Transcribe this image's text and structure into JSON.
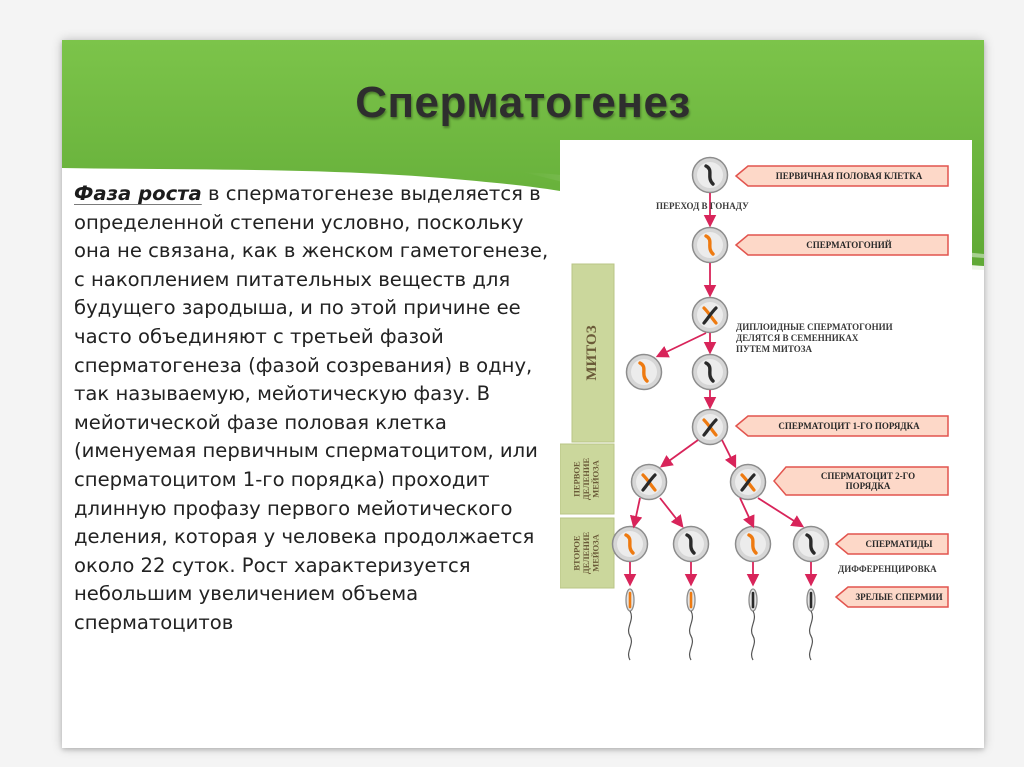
{
  "slide": {
    "title": "Сперматогенез",
    "body_lead": "Фаза роста",
    "body_text": " в сперматогенезе выделяется в определенной степени условно, поскольку она не связана, как в женском гаметогенезе, с накоплением питательных веществ для будущего зародыша, и по этой причине ее часто объединяют с третьей фазой сперматогенеза (фазой созревания) в одну, так называемую, мейотическую фазу. В мейотической фазе половая клетка (именуемая первичным сперматоцитом, или сперматоцитом 1-го порядка) проходит длинную профазу первого мейотического деления, которая у человека продолжается около 22 суток. Рост характеризуется небольшим увеличением объема сперматоцитов"
  },
  "diagram": {
    "stage_tags": [
      {
        "id": "primary-germ-cell",
        "lines": [
          "ПЕРВИЧНАЯ ПОЛОВАЯ КЛЕТКА"
        ]
      },
      {
        "id": "spermatogonium",
        "lines": [
          "СПЕРМАТОГОНИЙ"
        ]
      },
      {
        "id": "spermatocyte-1",
        "lines": [
          "СПЕРМАТОЦИТ 1-ГО ПОРЯДКА"
        ]
      },
      {
        "id": "spermatocyte-2",
        "lines": [
          "СПЕРМАТОЦИТ 2-ГО",
          "ПОРЯДКА"
        ]
      },
      {
        "id": "spermatids",
        "lines": [
          "СПЕРМАТИДЫ"
        ]
      },
      {
        "id": "mature-sperm",
        "lines": [
          "ЗРЕЛЫЕ СПЕРМИИ"
        ]
      }
    ],
    "notes": [
      {
        "id": "gonad-transfer",
        "lines": [
          "ПЕРЕХОД В ГОНАДУ"
        ]
      },
      {
        "id": "diploid-note",
        "lines": [
          "ДИПЛОИДНЫЕ СПЕРМАТОГОНИИ",
          "ДЕЛЯТСЯ В СЕМЕННИКАХ",
          "ПУТЕМ МИТОЗА"
        ]
      },
      {
        "id": "differentiation",
        "lines": [
          "ДИФФЕРЕНЦИРОВКА"
        ]
      }
    ],
    "phase_labels": [
      {
        "id": "mitosis",
        "lines": [
          "МИТОЗ"
        ]
      },
      {
        "id": "meiosis-1",
        "lines": [
          "ПЕРВОЕ",
          "ДЕЛЕНИЕ",
          "МЕЙОЗА"
        ]
      },
      {
        "id": "meiosis-2",
        "lines": [
          "ВТОРОЕ",
          "ДЕЛЕНИЕ",
          "МЕЙОЗА"
        ]
      }
    ]
  },
  "colors": {
    "band_green": "#6bb33e",
    "band_green_dark": "#4f9a2c",
    "tag_fill": "#fdd8c8",
    "tag_border": "#e2544e",
    "arrow": "#d8245a",
    "phase_fill": "#cbd79c",
    "phase_text": "#6a5a38",
    "chromosome_orange": "#ee7a10",
    "chromosome_dark": "#2a2a2a"
  }
}
